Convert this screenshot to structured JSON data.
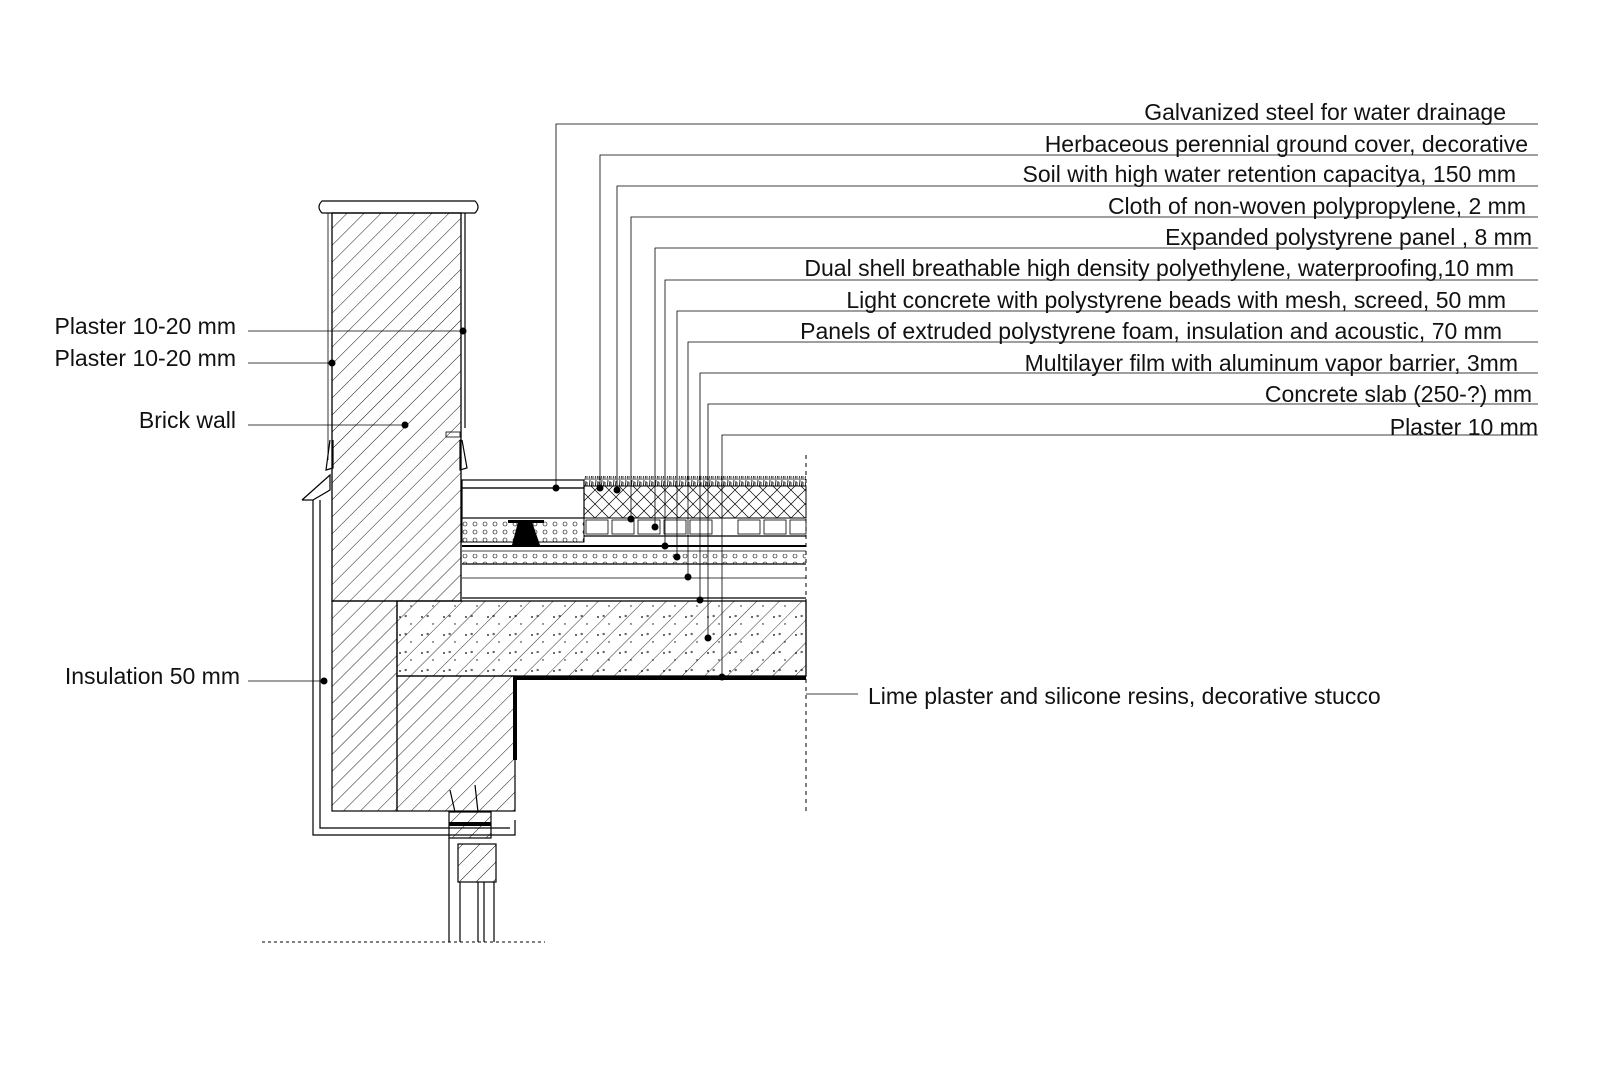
{
  "diagram": {
    "right_labels": [
      "Galvanized steel for water drainage",
      "Herbaceous perennial ground cover, decorative",
      "Soil with high water retention capacitya, 150 mm",
      "Cloth of non-woven polypropylene, 2 mm",
      "Expanded polystyrene panel , 8 mm",
      "Dual shell breathable high density polyethylene, waterproofing,10 mm",
      "Light concrete with polystyrene beads with mesh, screed, 50 mm",
      "Panels of extruded polystyrene foam, insulation and acoustic, 70 mm",
      "Multilayer film with aluminum vapor barrier, 3mm",
      "Concrete slab (250-?)  mm",
      "Plaster 10 mm"
    ],
    "left_labels": [
      "Plaster 10-20 mm",
      "Plaster 10-20 mm",
      "Brick wall",
      "Insulation 50 mm"
    ],
    "bottom_label": "Lime plaster and silicone resins, decorative stucco"
  }
}
